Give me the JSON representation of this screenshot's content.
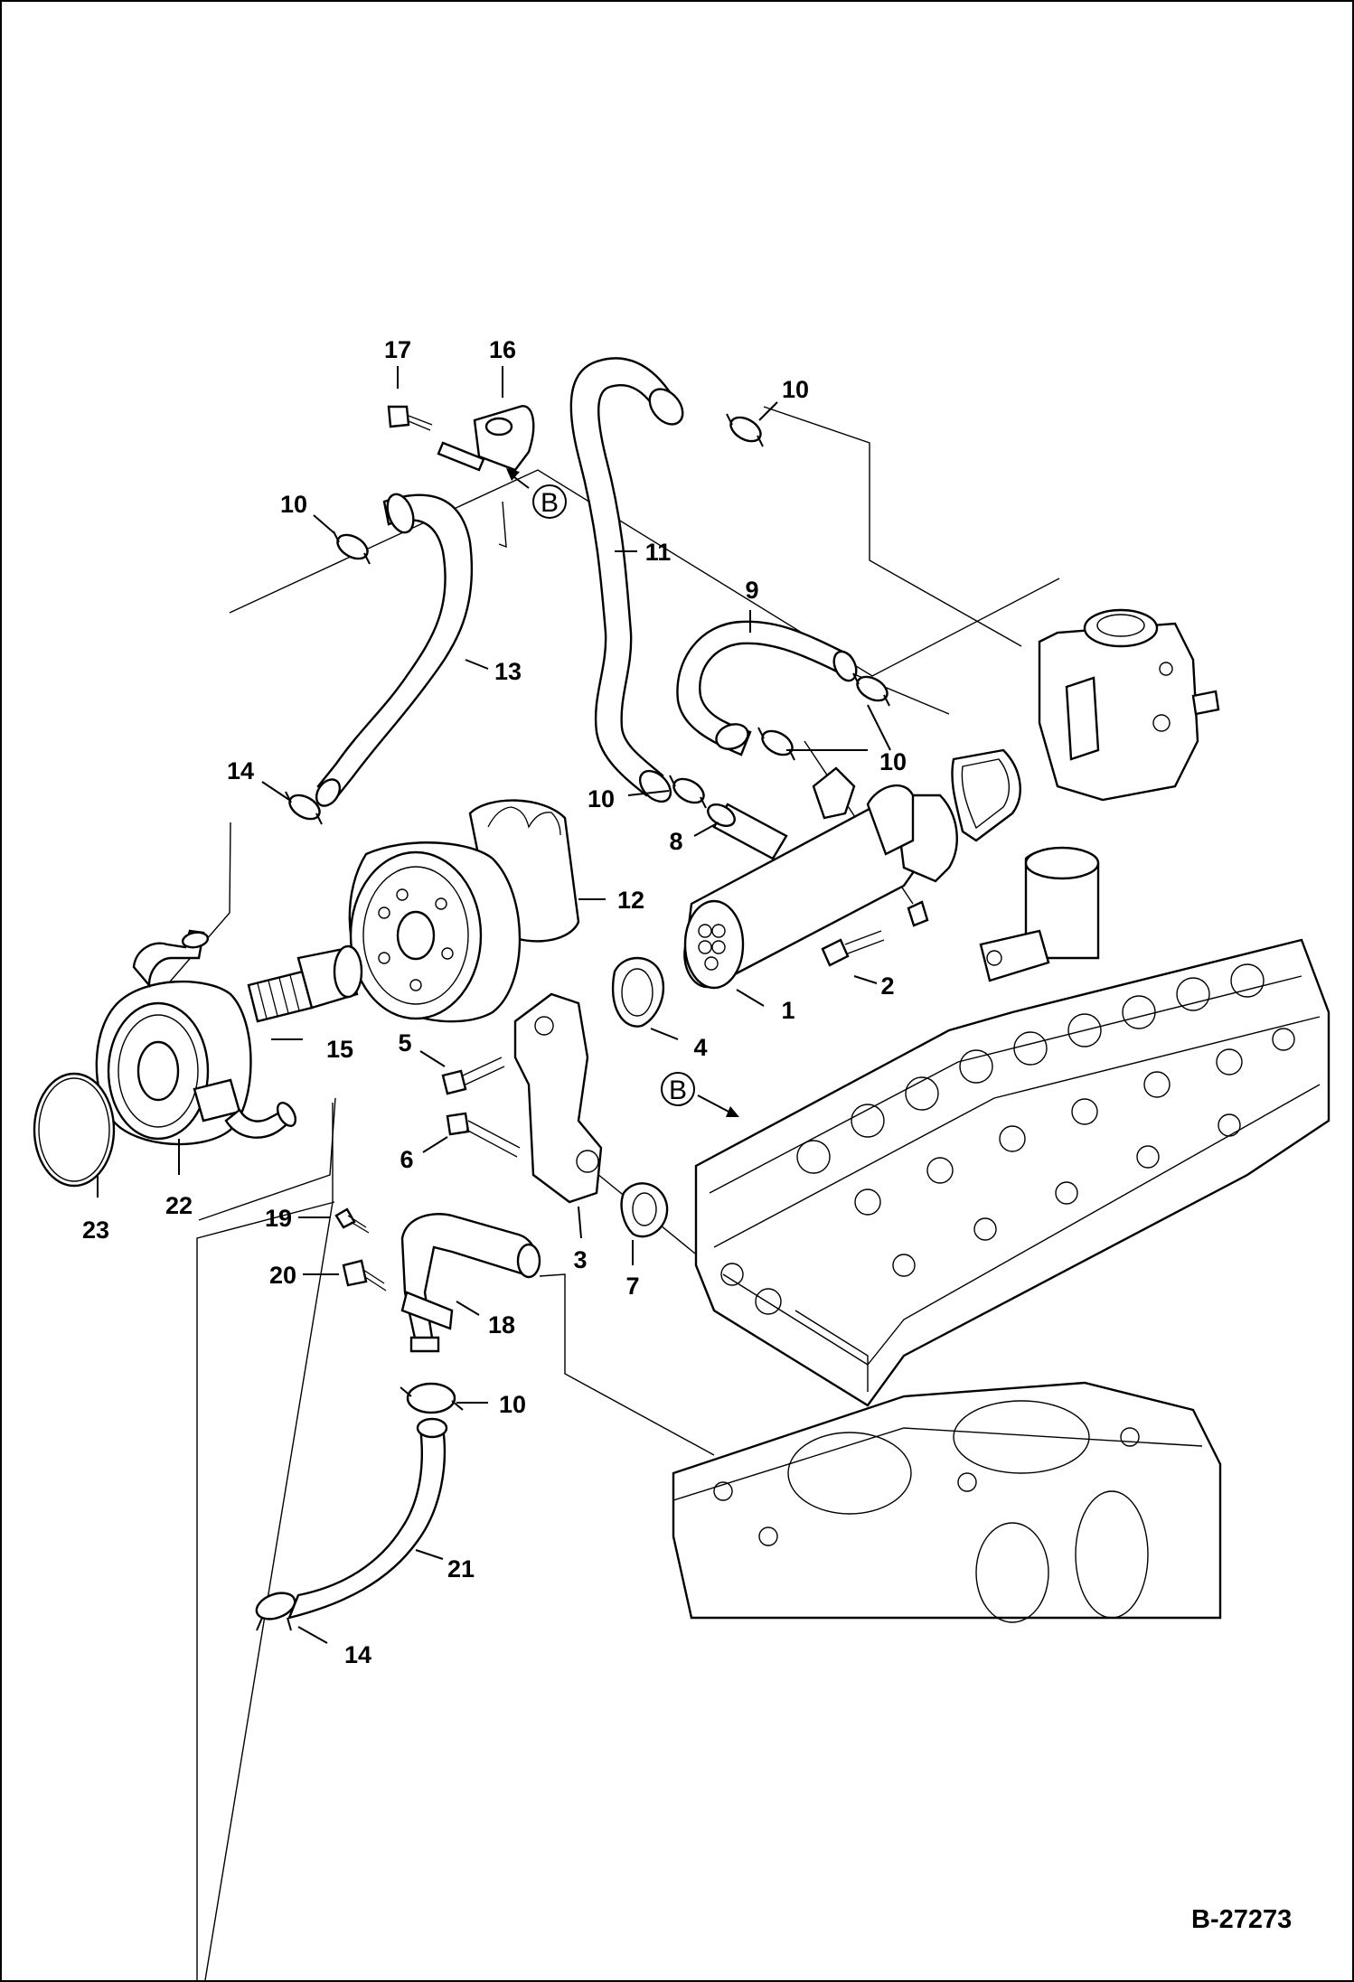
{
  "figure": {
    "reference_code": "B-27273",
    "view_marker": "B"
  },
  "callouts": [
    {
      "id": "1",
      "label": "1",
      "part": "egr-cooler"
    },
    {
      "id": "2",
      "label": "2",
      "part": "bolt"
    },
    {
      "id": "3",
      "label": "3",
      "part": "bracket"
    },
    {
      "id": "4",
      "label": "4",
      "part": "gasket"
    },
    {
      "id": "5",
      "label": "5",
      "part": "bolt"
    },
    {
      "id": "6",
      "label": "6",
      "part": "bolt"
    },
    {
      "id": "7",
      "label": "7",
      "part": "gasket"
    },
    {
      "id": "8",
      "label": "8",
      "part": "hose"
    },
    {
      "id": "9",
      "label": "9",
      "part": "hose"
    },
    {
      "id": "10",
      "label": "10",
      "part": "hose-clamp"
    },
    {
      "id": "11",
      "label": "11",
      "part": "hose"
    },
    {
      "id": "12",
      "label": "12",
      "part": "oil-filter"
    },
    {
      "id": "13",
      "label": "13",
      "part": "hose"
    },
    {
      "id": "14",
      "label": "14",
      "part": "hose-clamp"
    },
    {
      "id": "15",
      "label": "15",
      "part": "fitting"
    },
    {
      "id": "16",
      "label": "16",
      "part": "clamp"
    },
    {
      "id": "17",
      "label": "17",
      "part": "bolt"
    },
    {
      "id": "18",
      "label": "18",
      "part": "pipe"
    },
    {
      "id": "19",
      "label": "19",
      "part": "bolt"
    },
    {
      "id": "20",
      "label": "20",
      "part": "bolt"
    },
    {
      "id": "21",
      "label": "21",
      "part": "hose"
    },
    {
      "id": "22",
      "label": "22",
      "part": "oil-cooler"
    },
    {
      "id": "23",
      "label": "23",
      "part": "o-ring"
    }
  ]
}
